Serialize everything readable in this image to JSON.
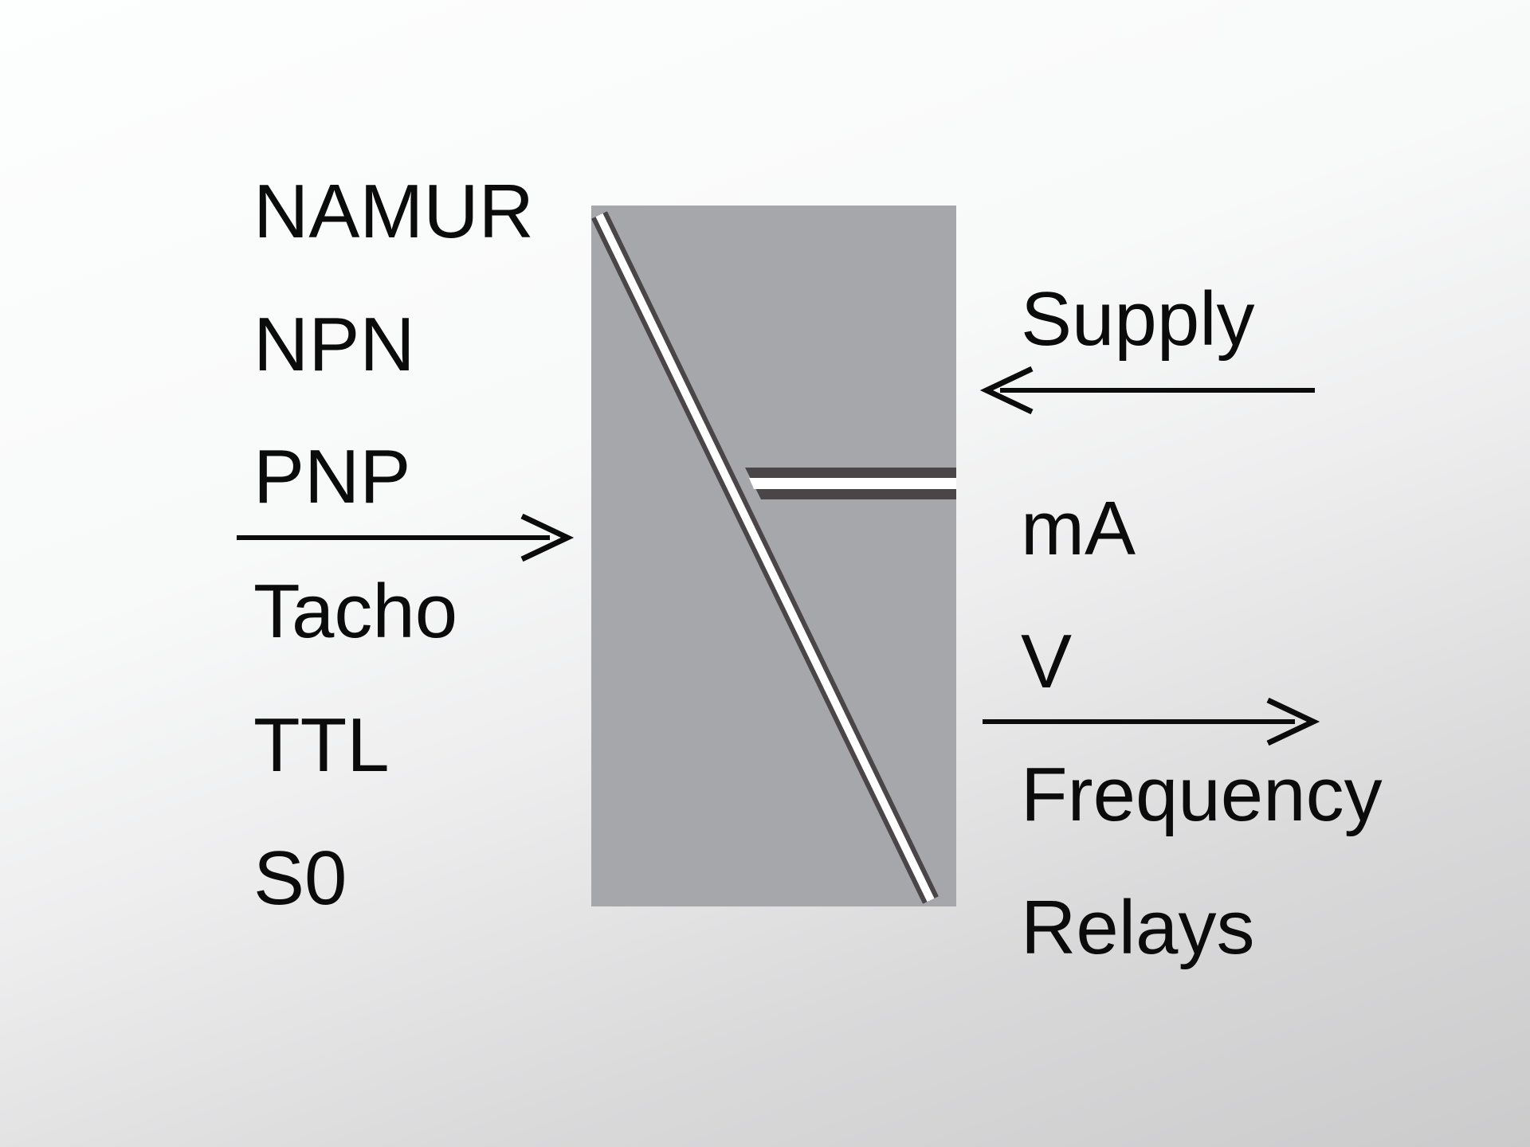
{
  "inputs": {
    "labels": [
      "NAMUR",
      "NPN",
      "PNP",
      "Tacho",
      "TTL",
      "S0"
    ]
  },
  "outputs": {
    "supply_label": "Supply",
    "labels": [
      "mA",
      "V",
      "Frequency",
      "Relays"
    ]
  },
  "colors": {
    "block_fill": "#a6a7aa",
    "separator": "#4a4546",
    "arrow": "#0b0b0b",
    "text": "#0b0b0b"
  }
}
